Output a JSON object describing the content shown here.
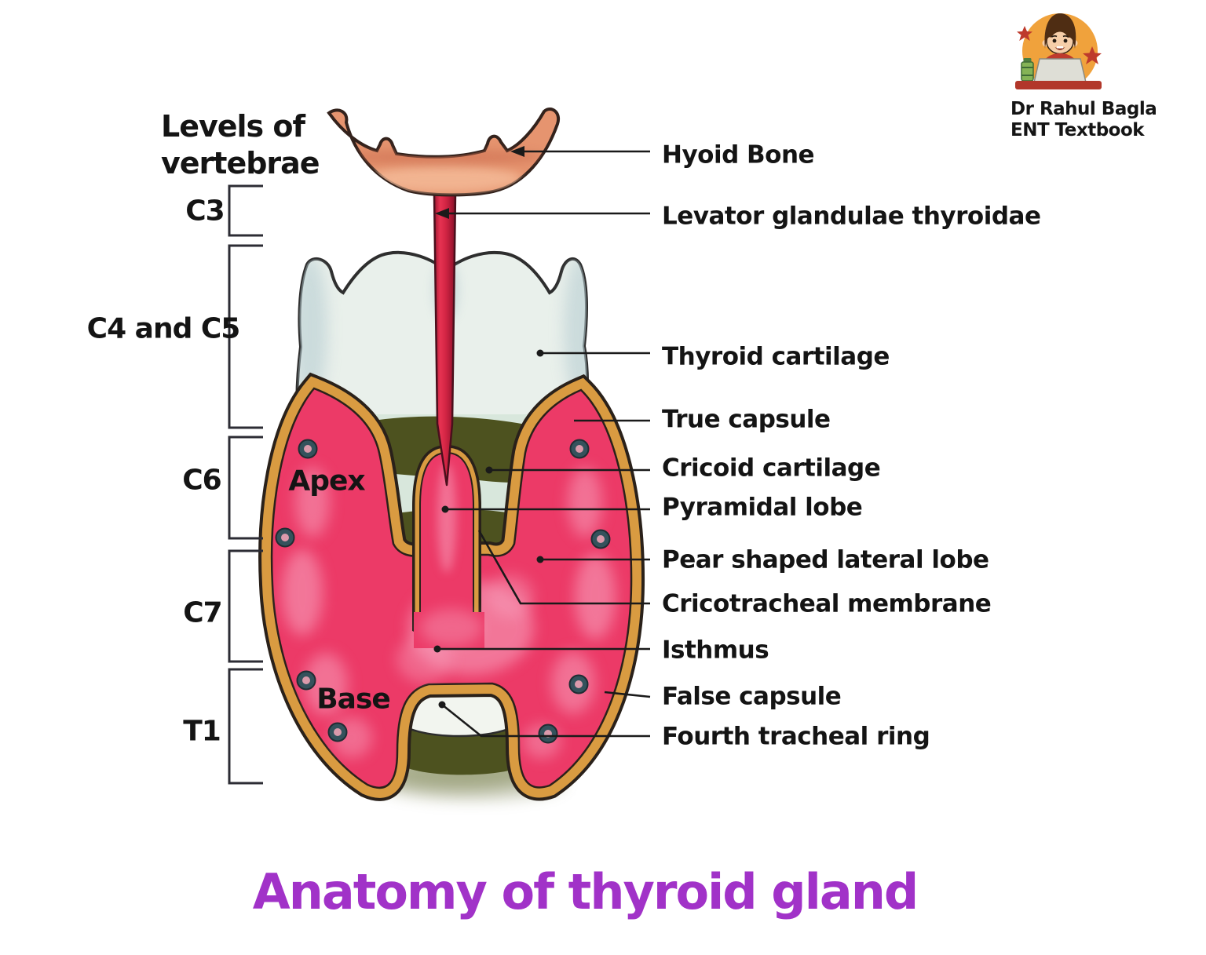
{
  "branding": {
    "name": "Dr Rahul Bagla",
    "book": "ENT Textbook",
    "logo_icon": "boy-at-laptop-icon"
  },
  "vertebrae_panel": {
    "title_line1": "Levels of",
    "title_line2": "vertebrae",
    "levels": [
      "C3",
      "C4 and C5",
      "C6",
      "C7",
      "T1"
    ]
  },
  "anatomy_labels": {
    "right": [
      "Hyoid Bone",
      "Levator glandulae thyroidae",
      "Thyroid cartilage",
      "True capsule",
      "Cricoid cartilage",
      "Pyramidal lobe",
      "Pear shaped lateral lobe",
      "Cricotracheal membrane",
      "Isthmus",
      "False capsule",
      "Fourth tracheal ring"
    ],
    "inner": {
      "apex": "Apex",
      "base": "Base"
    }
  },
  "title": "Anatomy of thyroid gland",
  "palette": {
    "gland_pink": "#EC3A67",
    "gland_mottle": "#F8A8C2",
    "capsule_orange": "#D99B41",
    "outline_dark": "#2A211A",
    "cartilage": "#E9F0EB",
    "cartilage_shade": "#B7CDD2",
    "olive_green": "#4D521F",
    "mint": "#D8E7DC",
    "hyoid_salmon": "#E6946F",
    "levator_red": "#D22443",
    "tracheal_ring_white": "#F2F5EF",
    "label_black": "#141414",
    "title_purple": "#A132C8",
    "logo_orange": "#F0A23C",
    "logo_red": "#BE3A2C"
  }
}
